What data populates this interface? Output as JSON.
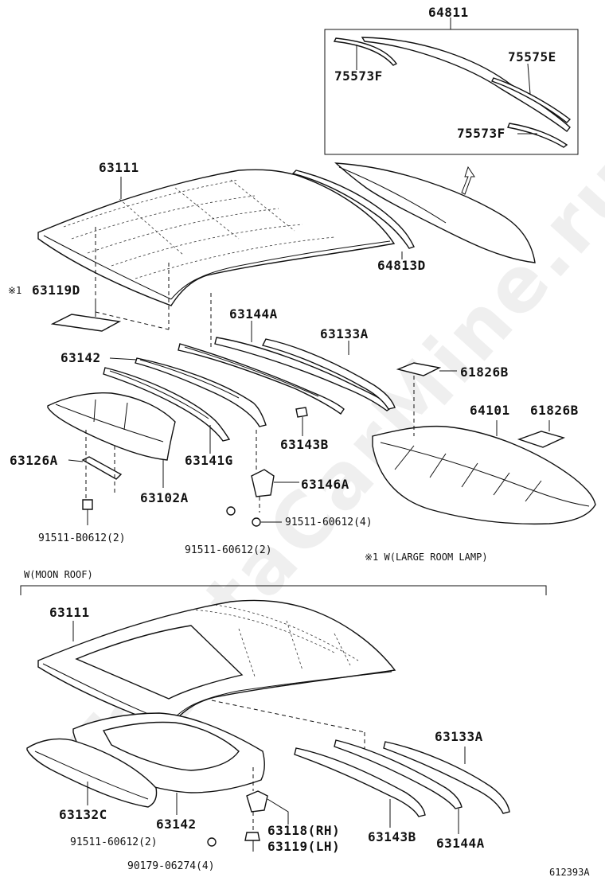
{
  "watermark": "ToyotaCarMine.ru",
  "sections": {
    "moon_roof_heading": "W(MOON ROOF)",
    "note": "※1 W(LARGE ROOM LAMP)"
  },
  "labels": {
    "p64811": "64811",
    "p75573F_a": "75573F",
    "p75575E": "75575E",
    "p75573F_b": "75573F",
    "p63111_a": "63111",
    "p64813D": "64813D",
    "p63119D_mark": "※1",
    "p63119D": "63119D",
    "p63144A_a": "63144A",
    "p63133A_a": "63133A",
    "p63142_a": "63142",
    "p61826B_a": "61826B",
    "p64101": "64101",
    "p61826B_b": "61826B",
    "p63141G": "63141G",
    "p63143B_a": "63143B",
    "p63126A": "63126A",
    "p63102A": "63102A",
    "p63146A": "63146A",
    "p91511B0612": "91511-B0612(2)",
    "p9151160612_a": "91511-60612(4)",
    "p9151160612_b": "91511-60612(2)",
    "p63111_b": "63111",
    "p63133A_b": "63133A",
    "p63132C": "63132C",
    "p63142_b": "63142",
    "p63118": "63118(RH)",
    "p63119": "63119(LH)",
    "p63143B_b": "63143B",
    "p63144A_b": "63144A",
    "p9151160612_c": "91511-60612(2)",
    "p9017906274": "90179-06274(4)",
    "figure_id": "612393A"
  }
}
